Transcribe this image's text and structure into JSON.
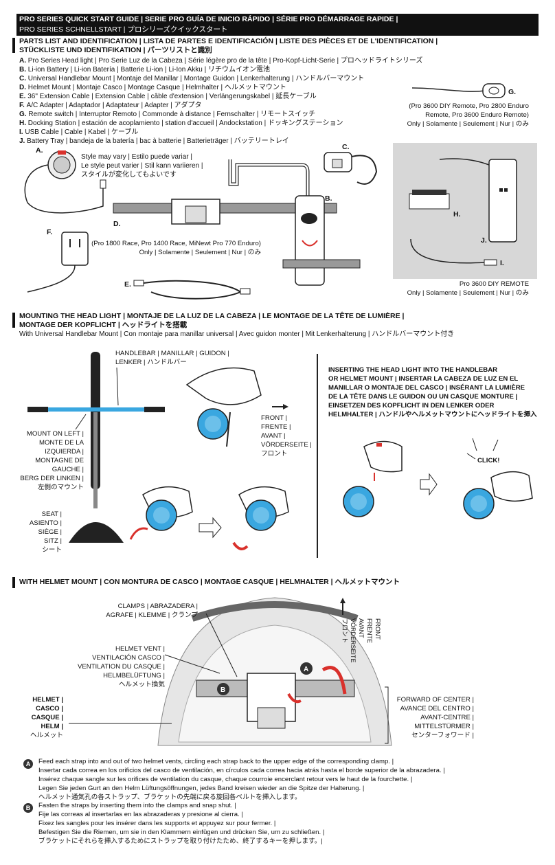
{
  "header": {
    "line1": "PRO SERIES QUICK START GUIDE | SERIE PRO GUÍA DE INICIO RÁPIDO | SÉRIE PRO DÉMARRAGE RAPIDE |",
    "line2": "PRO SERIES SCHNELLSTART | プロシリーズクイックスタート"
  },
  "parts_section": {
    "title1": "PARTS LIST AND IDENTIFICATION | LISTA DE PARTES E IDENTIFICACIÓN | LISTE DES PIÈCES ET DE L'IDENTIFICATION |",
    "title2": "STÜCKLISTE UND IDENTIFIKATION | パーツリストと識別",
    "items": [
      {
        "letter": "A.",
        "text": "Pro Series Head light | Pro Serie Luz de la Cabeza | Série légère pro de la tête | Pro-Kopf-Licht-Serie | プロヘッドライトシリーズ"
      },
      {
        "letter": "B.",
        "text": "Li-ion Battery | Li-ion Batería | Batterie Li-ion | Li-Ion Akku | リチウムイオン電池"
      },
      {
        "letter": "C.",
        "text": "Universal Handlebar Mount | Montaje del Manillar | Montage Guidon | Lenkerhalterung | ハンドルバーマウント"
      },
      {
        "letter": "D.",
        "text": "Helmet Mount | Montaje Casco | Montage Casque | Helmhalter | ヘルメットマウント"
      },
      {
        "letter": "E.",
        "text": "36\" Extension Cable | Extension Cable | câble d'extension | Verlängerungskabel | 延長ケーブル"
      },
      {
        "letter": "F.",
        "text": "A/C Adapter | Adaptador | Adaptateur | Adapter | アダプタ"
      },
      {
        "letter": "G.",
        "text": "Remote switch | Interruptor Remoto | Commonde à distance | Fernschalter | リモートスイッチ"
      },
      {
        "letter": "H.",
        "text": "Docking Station | estación de acoplamiento | station d'accueil | Andockstation | ドッキングステーション"
      },
      {
        "letter": "I.",
        "text": "USB Cable | Cable | Kabel | ケーブル"
      },
      {
        "letter": "J.",
        "text": "Battery Tray | bandeja de la batería | bac à batterie | Batterieträger | バッテリートレイ"
      }
    ],
    "remote_note": {
      "l1": "(Pro 3600 DIY Remote, Pro 2800 Enduro",
      "l2": "Remote, Pro 3600 Enduro Remote)",
      "l3": "Only | Solamente | Seulement | Nur | のみ"
    },
    "style_note": {
      "l1": "Style may vary | Estilo puede variar |",
      "l2": "Le style peut varier | Stil kann variieren |",
      "l3": "スタイルが変化してもよいです"
    },
    "d_note": {
      "l1": "(Pro 1800 Race, Pro 1400 Race, MiNewt Pro 770 Enduro)",
      "l2": "Only | Solamente | Seulement | Nur | のみ"
    },
    "diy_note": {
      "l1": "Pro 3600 DIY REMOTE",
      "l2": "Only | Solamente | Seulement | Nur | のみ"
    },
    "labels": {
      "A": "A.",
      "B": "B.",
      "C": "C.",
      "D": "D.",
      "E": "E.",
      "F": "F.",
      "G": "G.",
      "H": "H.",
      "I": "I.",
      "J": "J."
    }
  },
  "mounting_section": {
    "title1": "MOUNTING THE HEAD LIGHT | MONTAJE DE LA LUZ DE LA CABEZA | LE MONTAGE DE LA TÊTE DE LUMIÈRE |",
    "title2": "MONTAGE DER KOPFLICHT | ヘッドライトを搭載",
    "subtitle": "With Universal Handlebar Mount | Con montaje para manillar universal | Avec guidon monter | Mit Lenkerhalterung | ハンドルバーマウント付き",
    "handlebar": {
      "l1": "HANDLEBAR | MANILLAR | GUIDON |",
      "l2": "LENKER | ハンドルバー"
    },
    "mount_left": [
      "MOUNT ON LEFT |",
      "MONTE DE LA",
      "IZQUIERDA |",
      "MONTAGNE DE",
      "GAUCHE |",
      "BERG DER LINKEN |",
      "左側のマウント"
    ],
    "seat": [
      "SEAT |",
      "ASIENTO |",
      "SIÈGE |",
      "SITZ |",
      "シート"
    ],
    "front": [
      "FRONT |",
      "FRENTE |",
      "AVANT |",
      "VÖRDERSEITE |",
      "フロント"
    ],
    "insert": [
      "INSERTING THE HEAD LIGHT INTO THE HANDLEBAR",
      "OR HELMET MOUNT | INSERTAR LA CABEZA DE LUZ EN EL",
      "MANILLAR O MONTAJE DEL CASCO | INSÉRANT LA LUMIÈRE",
      "DE LA TÊTE DANS LE GUIDON OU UN CASQUE MONTURE |",
      "EINSETZEN DES KOPFLICHT IN DEN LENKER ODER",
      "HELMHALTER | ハンドルやヘルメットマウントにヘッドライトを挿入"
    ],
    "click": "CLICK!"
  },
  "helmet_section": {
    "title": "WITH HELMET MOUNT | CON MONTURA DE CASCO | MONTAGE CASQUE | HELMHALTER | ヘルメットマウント",
    "clamps": {
      "l1": "CLAMPS | ABRAZADERA |",
      "l2": "AGRAFE | KLEMME | クランプ"
    },
    "vent": [
      "HELMET VENT |",
      "VENTILACIÓN CASCO |",
      "VENTILATION DU CASQUE |",
      "HELMBELÜFTUNG |",
      "ヘルメット換気"
    ],
    "helmet": [
      "HELMET |",
      "CASCO |",
      "CASQUE |",
      "HELM |",
      "ヘルメット"
    ],
    "forward": [
      "FORWARD OF CENTER |",
      "AVANCE DEL CENTRO |",
      "AVANT-CENTRE |",
      "MITTELSTÜRMER |",
      "センターフォワード |"
    ],
    "front_vertical": [
      "FRONT",
      "FRENTE",
      "AVANT",
      "VÖRDERSEITE",
      "フロント"
    ],
    "step_a": {
      "badge": "A",
      "lines": [
        "Feed each strap into and out of two helmet vents, circling each strap back to the upper edge of the corresponding clamp. |",
        "Insertar cada correa en los orificios del casco de ventilación, en círculos cada correa hacia atrás hasta el borde superior de la abrazadera. |",
        "Insérez chaque sangle sur les orifices de ventilation du casque, chaque courroie encerclant retour vers le haut de la fourchette. |",
        "Legen Sie jeden Gurt an den Helm Lüftungsöffnungen, jedes Band kreisen wieder an die Spitze der Halterung. |",
        "ヘルメット通気孔の各ストラップ、ブラケットの先端に戻る旋回各ベルトを挿入します。"
      ]
    },
    "step_b": {
      "badge": "B",
      "lines": [
        "Fasten the straps by inserting them into the clamps and snap shut. |",
        "Fije las correas al insertarlas en las abrazaderas y presione al cierra. |",
        "Fixez les sangles pour les insérer dans les supports et appuyez sur pour fermer. |",
        "Befestigen Sie die Riemen, um sie in den Klammern einfügen und drücken Sie, um zu schließen. |",
        "ブラケットにそれらを挿入するためにストラップを取り付けたため、終了するキーを押します。|"
      ]
    }
  },
  "colors": {
    "accent": "#3aa7e0",
    "dark": "#111111",
    "red": "#d9312c"
  }
}
